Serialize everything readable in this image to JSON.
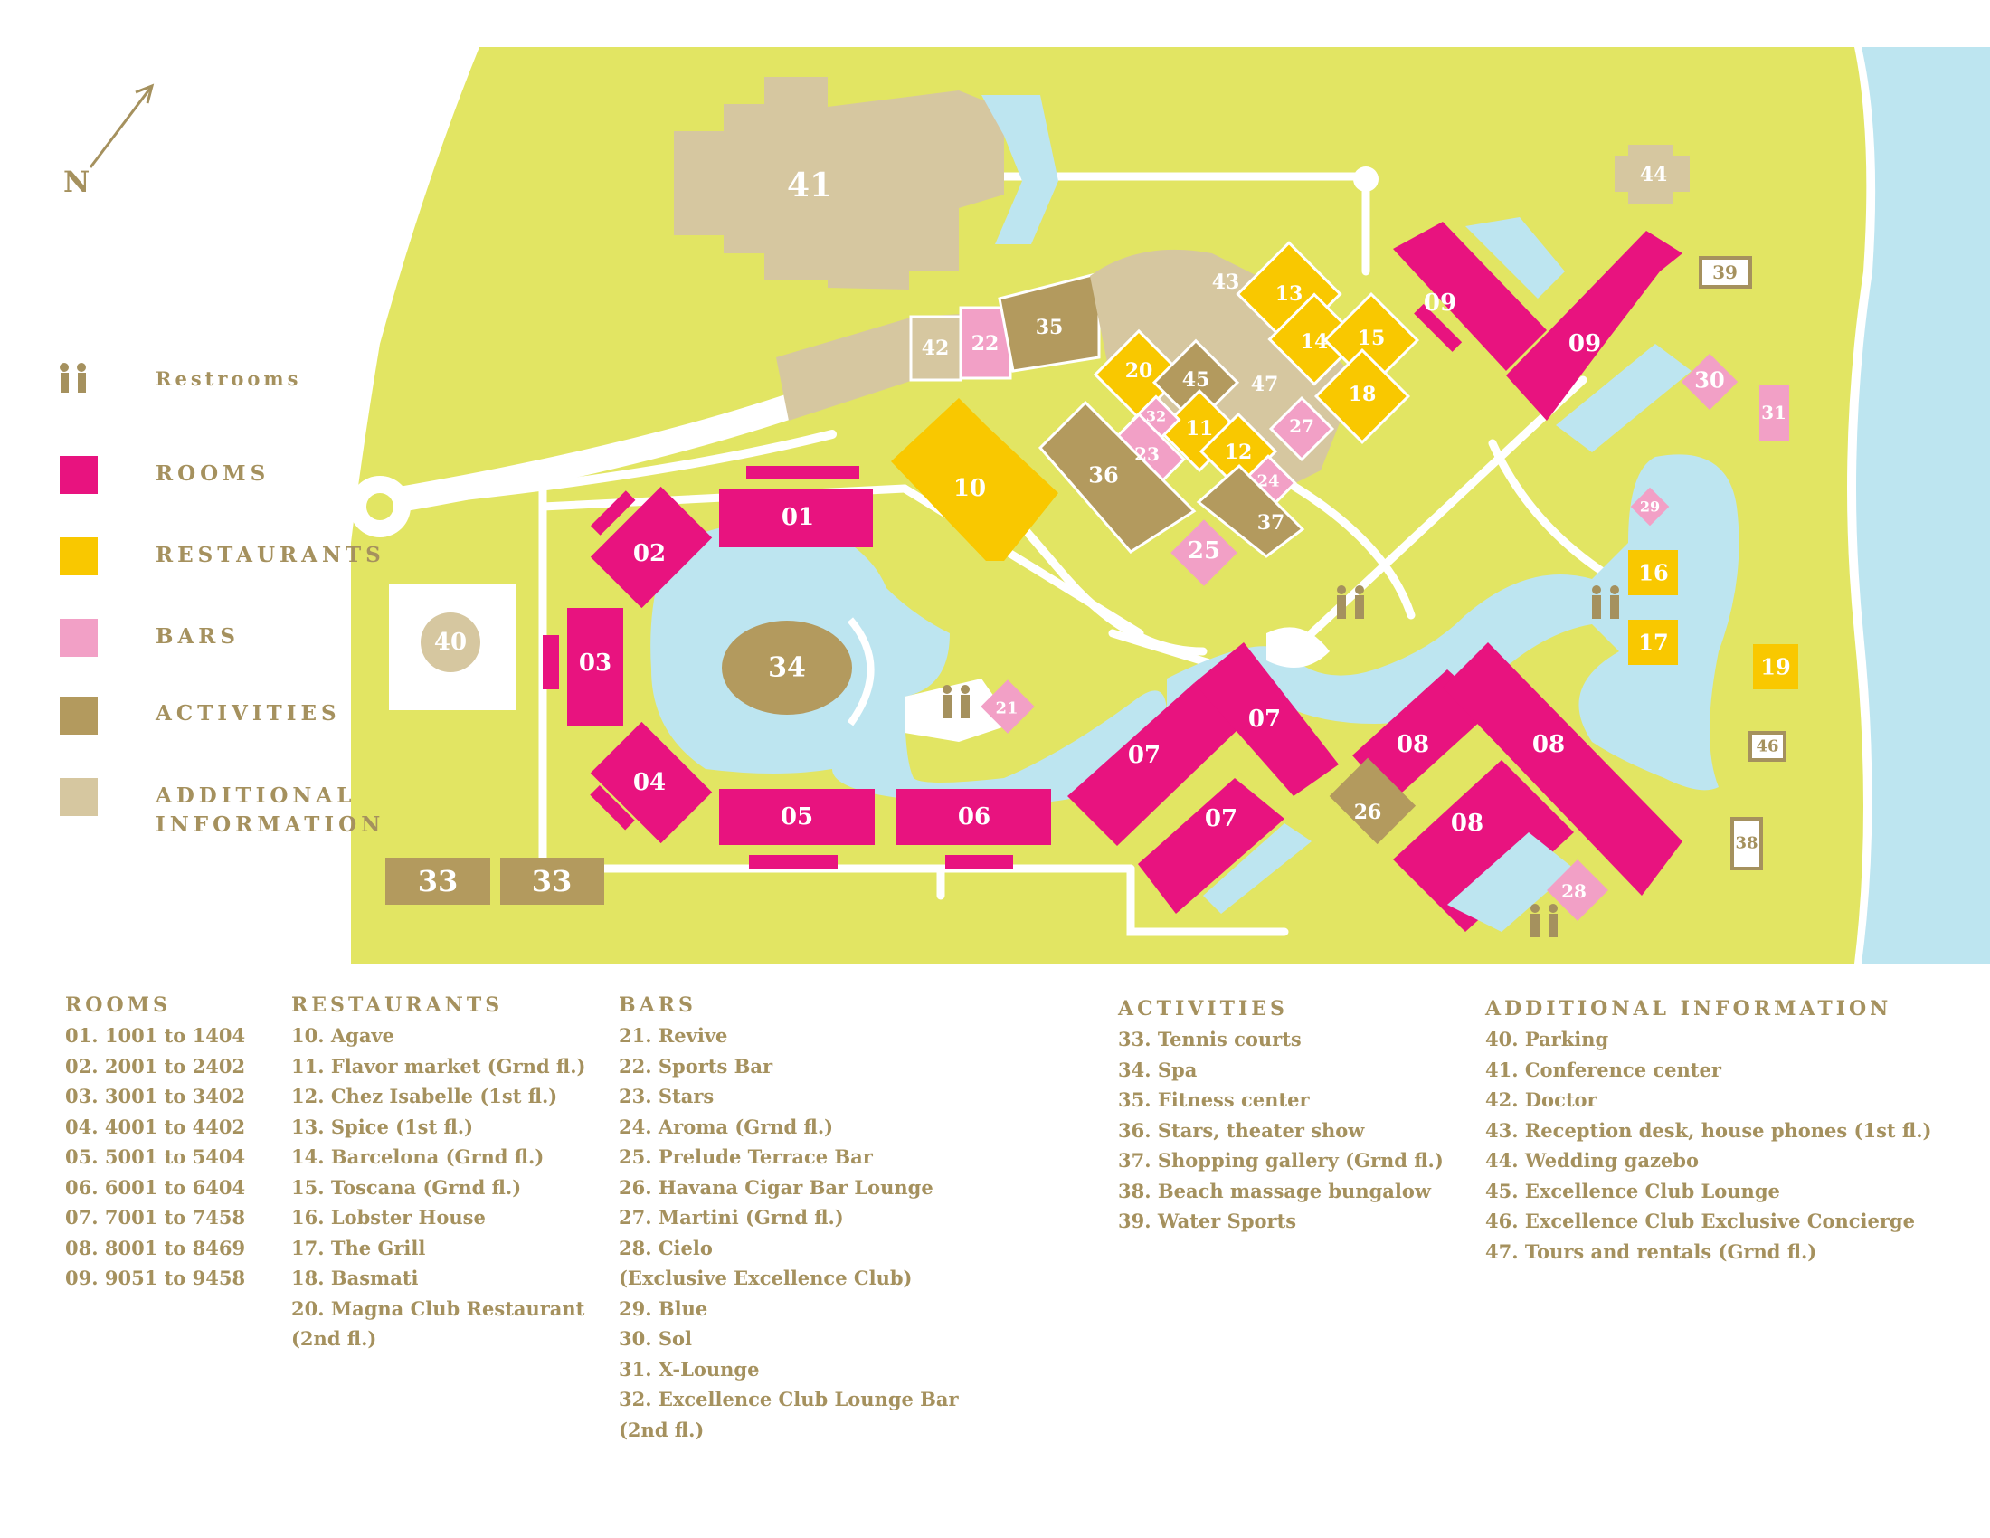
{
  "compass": {
    "label": "N"
  },
  "colors": {
    "grass": "#e2e563",
    "water": "#bde5f0",
    "rooms": "#e8137f",
    "restaurants": "#f9c800",
    "bars": "#f2a0c6",
    "activities": "#b39a5e",
    "additional": "#d6c7a0",
    "text": "#a5915e"
  },
  "legend": [
    {
      "label": "Restrooms",
      "icon": "restroom-icon"
    },
    {
      "label": "ROOMS",
      "color": "#e8137f"
    },
    {
      "label": "RESTAURANTS",
      "color": "#f9c800"
    },
    {
      "label": "BARS",
      "color": "#f2a0c6"
    },
    {
      "label": "ACTIVITIES",
      "color": "#b39a5e"
    },
    {
      "label": "ADDITIONAL INFORMATION",
      "line1": "ADDITIONAL",
      "line2": "INFORMATION",
      "color": "#d6c7a0"
    }
  ],
  "map_labels": {
    "rooms": [
      "01",
      "02",
      "03",
      "04",
      "05",
      "06",
      "07",
      "07",
      "07",
      "08",
      "08",
      "08",
      "09",
      "09"
    ],
    "restaurants": [
      "10",
      "11",
      "12",
      "13",
      "14",
      "15",
      "16",
      "17",
      "18",
      "19",
      "20"
    ],
    "bars": [
      "21",
      "22",
      "23",
      "24",
      "25",
      "26",
      "27",
      "28",
      "29",
      "30",
      "31",
      "32"
    ],
    "activities": [
      "33",
      "33",
      "34",
      "35",
      "36",
      "37",
      "38",
      "39"
    ],
    "additional": [
      "40",
      "41",
      "42",
      "43",
      "44",
      "45",
      "46",
      "47"
    ]
  },
  "key": {
    "rooms": {
      "title": "ROOMS",
      "items": [
        "01. 1001 to 1404",
        "02. 2001 to 2402",
        "03. 3001 to 3402",
        "04. 4001 to 4402",
        "05. 5001 to 5404",
        "06. 6001 to 6404",
        "07. 7001 to 7458",
        "08. 8001 to 8469",
        "09. 9051 to 9458"
      ]
    },
    "restaurants": {
      "title": "RESTAURANTS",
      "items": [
        "10. Agave",
        "11. Flavor market (Grnd fl.)",
        "12. Chez Isabelle (1st fl.)",
        "13. Spice (1st fl.)",
        "14. Barcelona (Grnd fl.)",
        "15. Toscana (Grnd fl.)",
        "16. Lobster House",
        "17. The Grill",
        "18. Basmati",
        "20. Magna Club Restaurant",
        "(2nd fl.)"
      ]
    },
    "bars": {
      "title": "BARS",
      "items": [
        "21. Revive",
        "22. Sports Bar",
        "23. Stars",
        "24. Aroma (Grnd fl.)",
        "25. Prelude Terrace Bar",
        "26. Havana Cigar Bar Lounge",
        "27. Martini (Grnd fl.)",
        "28. Cielo",
        "(Exclusive Excellence Club)",
        "29. Blue",
        "30. Sol",
        "31. X-Lounge",
        "32. Excellence Club Lounge Bar",
        "(2nd fl.)"
      ]
    },
    "activities": {
      "title": "ACTIVITIES",
      "items": [
        "33. Tennis courts",
        "34. Spa",
        "35. Fitness center",
        "36. Stars, theater show",
        "37. Shopping gallery (Grnd fl.)",
        "38. Beach massage bungalow",
        "39. Water Sports"
      ]
    },
    "additional": {
      "title": "ADDITIONAL INFORMATION",
      "items": [
        "40. Parking",
        "41. Conference center",
        "42. Doctor",
        "43. Reception desk, house phones (1st fl.)",
        "44. Wedding gazebo",
        "45. Excellence Club Lounge",
        "46. Excellence Club Exclusive Concierge",
        "47. Tours and rentals (Grnd fl.)"
      ]
    }
  }
}
